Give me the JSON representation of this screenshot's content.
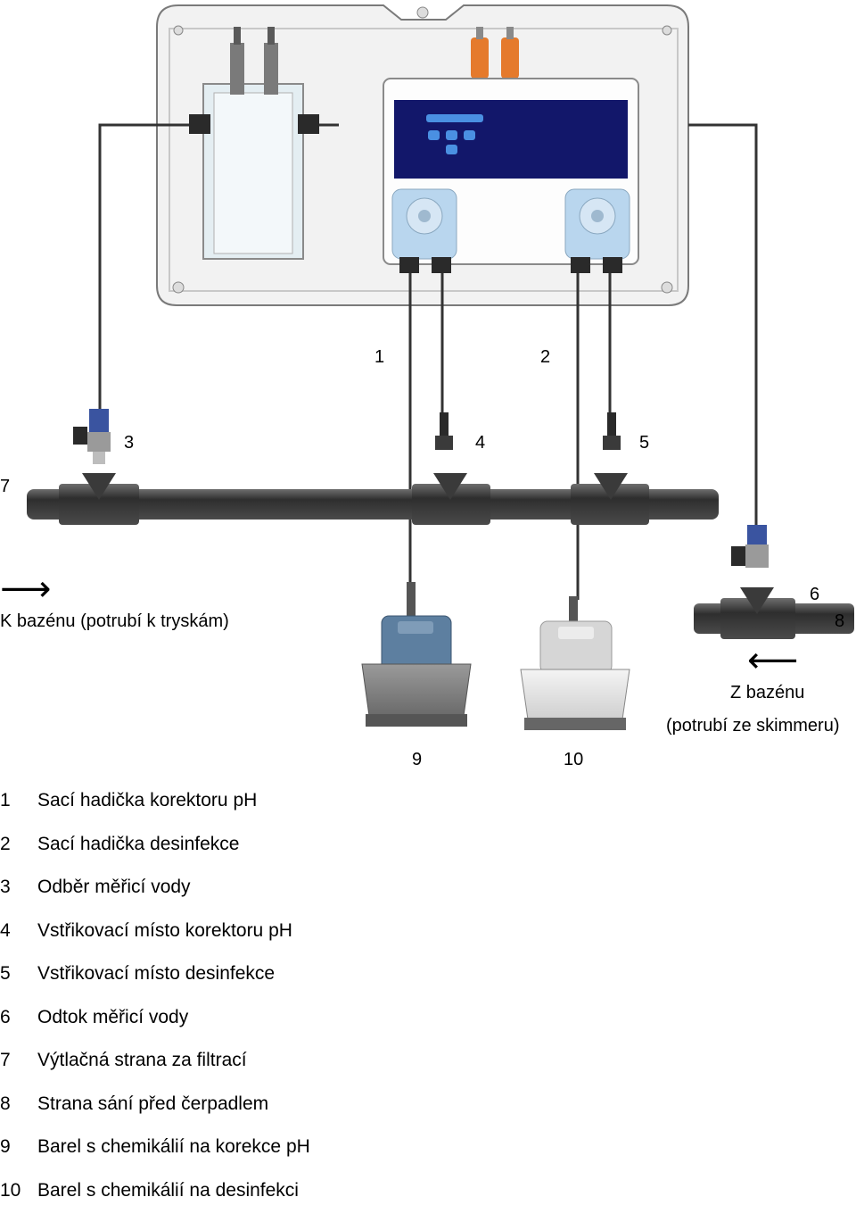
{
  "diagram": {
    "callouts": {
      "n1": "1",
      "n2": "2",
      "n3": "3",
      "n4": "4",
      "n5": "5",
      "n6": "6",
      "n7": "7",
      "n8": "8",
      "n9": "9",
      "n10": "10"
    },
    "to_pool_arrow": "⟶",
    "to_pool_label": "K bazénu (potrubí k tryskám)",
    "from_pool_arrow": "⟵",
    "from_pool_label_1": "Z bazénu",
    "from_pool_label_2": "(potrubí ze skimmeru)"
  },
  "colors": {
    "panel": "#f1f1f1",
    "pipe": "#3d3d3d",
    "display": "#12176a",
    "pump_head": "#b9d6ee",
    "connector_orange": "#e57a2c",
    "ph_canister": "#5d7fa0"
  },
  "legend": [
    {
      "num": "1",
      "text": "Sací hadička korektoru pH"
    },
    {
      "num": "2",
      "text": "Sací hadička desinfekce"
    },
    {
      "num": "3",
      "text": "Odběr měřicí vody"
    },
    {
      "num": "4",
      "text": "Vstřikovací místo korektoru pH"
    },
    {
      "num": "5",
      "text": "Vstřikovací místo desinfekce"
    },
    {
      "num": "6",
      "text": "Odtok měřicí vody"
    },
    {
      "num": "7",
      "text": "Výtlačná strana za filtrací"
    },
    {
      "num": "8",
      "text": "Strana sání před čerpadlem"
    },
    {
      "num": "9",
      "text": "Barel s chemikálií na korekce pH"
    },
    {
      "num": "10",
      "text": "Barel s chemikálií na desinfekci"
    }
  ]
}
